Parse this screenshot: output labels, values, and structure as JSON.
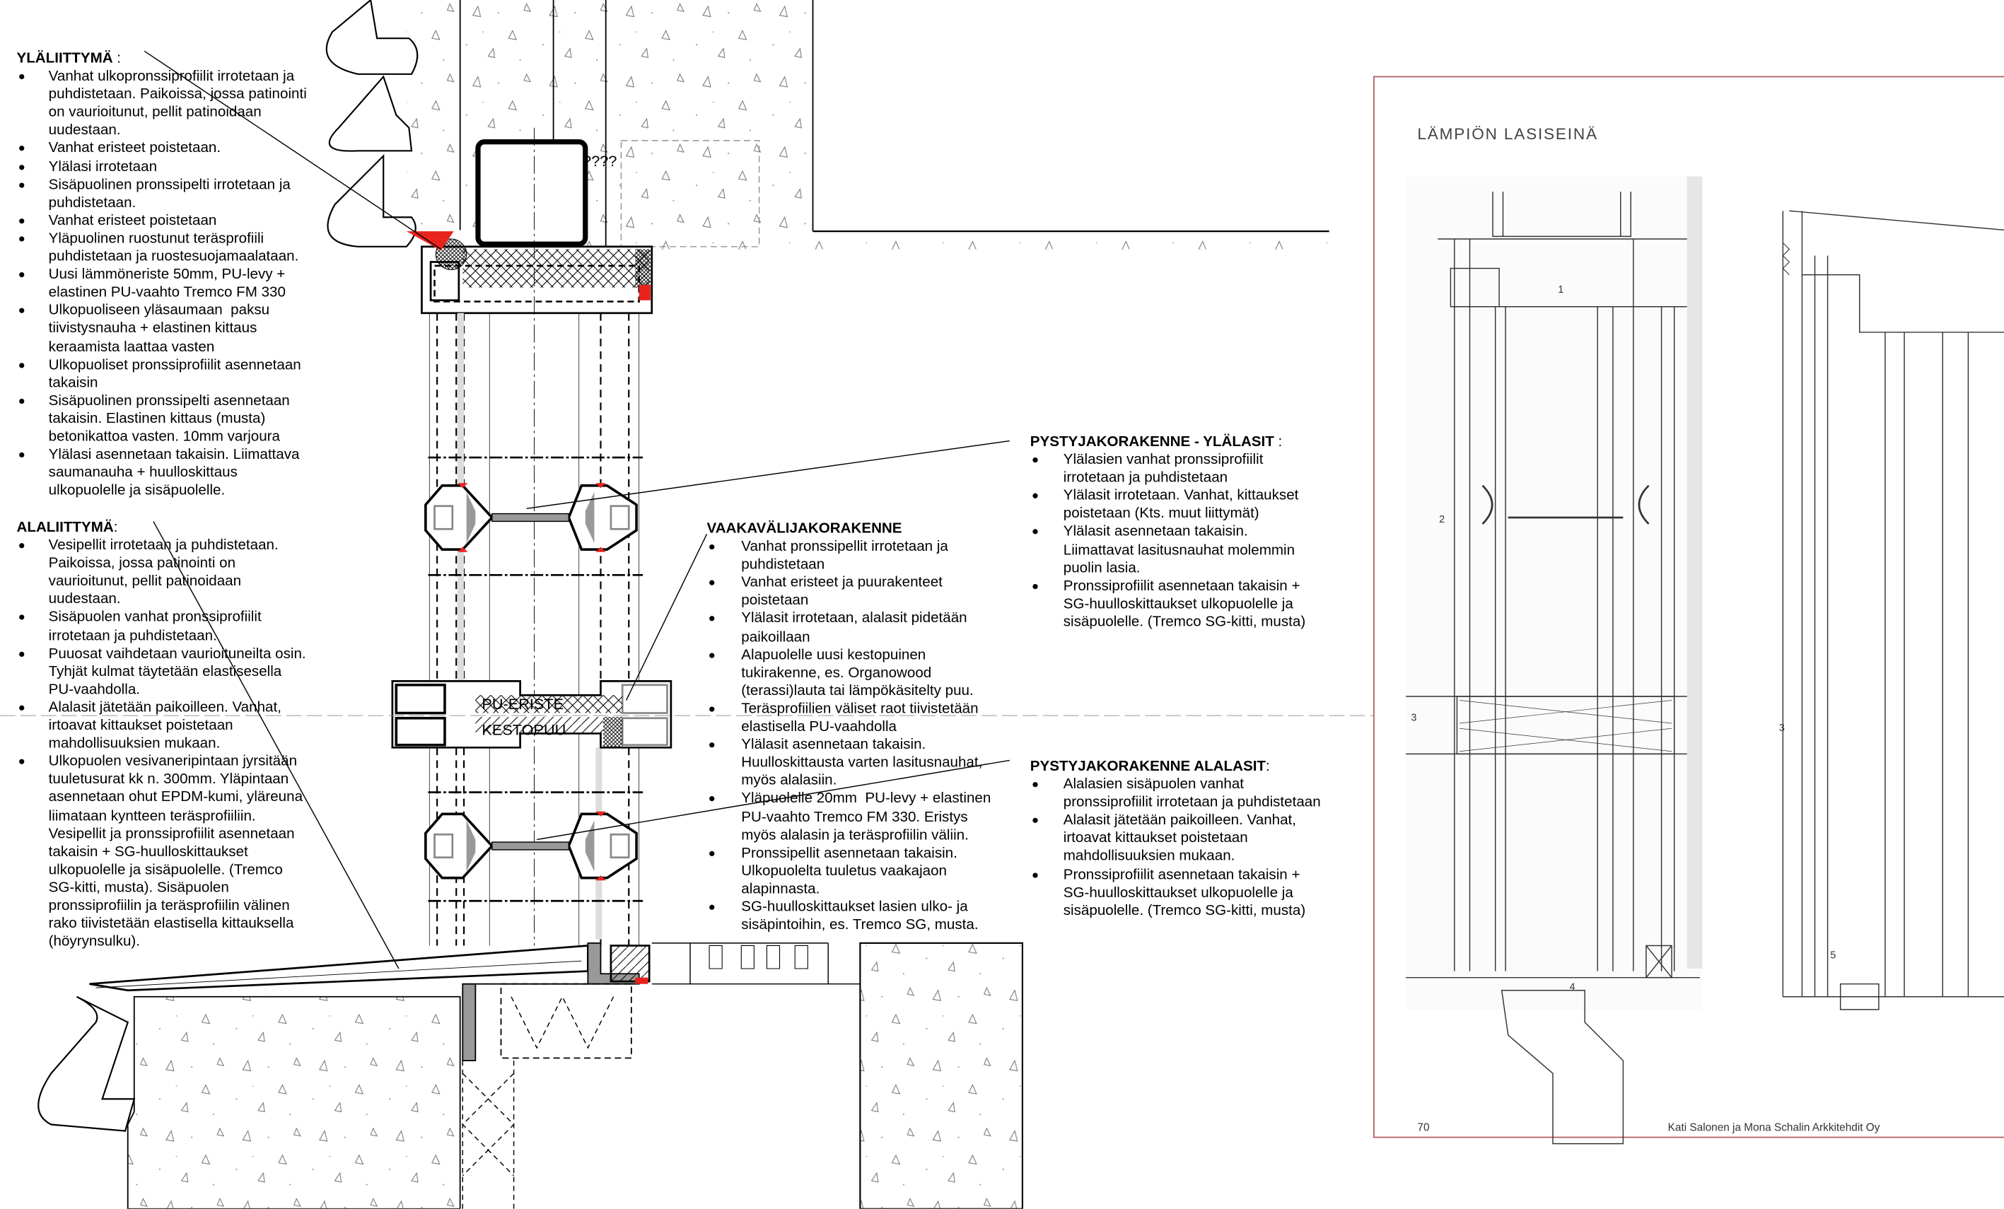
{
  "drawing": {
    "unknown_label": "????",
    "transom_insulation_label": "PU-ERISTE",
    "transom_wood_label": "KESTOPUU",
    "accent_color": "#e8231e"
  },
  "notes": {
    "ylaliittyma": {
      "title": "YLÄLIITTYMÄ",
      "colon": " :",
      "items": [
        "Vanhat ulkopronssiprofiilit irrotetaan ja\npuhdistetaan. Paikoissa, jossa patinointi\non vaurioitunut, pellit patinoidaan\nuudestaan.",
        "Vanhat eristeet poistetaan.",
        "Ylälasi irrotetaan",
        "Sisäpuolinen pronssipelti irrotetaan ja\npuhdistetaan.",
        "Vanhat eristeet poistetaan",
        "Yläpuolinen ruostunut teräsprofiili\npuhdistetaan ja ruostesuojamaalataan.",
        "Uusi lämmöneriste 50mm, PU-levy +\nelastinen PU-vaahto Tremco FM 330",
        "Ulkopuoliseen yläsaumaan  paksu\ntiivistysnauha + elastinen kittaus\nkeraamista laattaa vasten",
        "Ulkopuoliset pronssiprofiilit asennetaan\ntakaisin",
        "Sisäpuolinen pronssipelti asennetaan\ntakaisin. Elastinen kittaus (musta)\nbetonikattoa vasten. 10mm varjoura",
        "Ylälasi asennetaan takaisin. Liimattava\nsaumanauha + huulloskittaus\nulkopuolelle ja sisäpuolelle."
      ]
    },
    "alaliittyma": {
      "title": "ALALIITTYMÄ",
      "colon": ":",
      "items": [
        "Vesipellit irrotetaan ja puhdistetaan.\nPaikoissa, jossa patinointi on\nvaurioitunut, pellit patinoidaan\nuudestaan.",
        "Sisäpuolen vanhat pronssiprofiilit\nirrotetaan ja puhdistetaan.",
        "Puuosat vaihdetaan vaurioituneilta osin.\nTyhjät kulmat täytetään elastisesella\nPU-vaahdolla.",
        "Alalasit jätetään paikoilleen. Vanhat,\nirtoavat kittaukset poistetaan\nmahdollisuuksien mukaan.",
        "Ulkopuolen vesivaneripintaan jyrsitään\ntuuletusurat kk n. 300mm. Yläpintaan\nasennetaan ohut EPDM-kumi, yläreuna\nliimataan kyntteen teräsprofiiliin.\nVesipellit ja pronssiprofiilit asennetaan\ntakaisin + SG-huulloskittaukset\nulkopuolelle ja sisäpuolelle. (Tremco\nSG-kitti, musta). Sisäpuolen\npronssiprofiilin ja teräsprofiilin välinen\nrako tiivistetään elastisella kittauksella\n(höyrynsulku)."
      ]
    },
    "vaakavalijakorakenne": {
      "title": "VAAKAVÄLIJAKORAKENNE",
      "colon": "",
      "items": [
        "Vanhat pronssipellit irrotetaan ja\npuhdistetaan",
        "Vanhat eristeet ja puurakenteet\npoistetaan",
        "Ylälasit irrotetaan, alalasit pidetään\npaikoillaan",
        "Alapuolelle uusi kestopuinen\ntukirakenne, es. Organowood\n(terassi)lauta tai lämpökäsitelty puu.",
        "Teräsprofiilien väliset raot tiivistetään\nelastisella PU-vaahdolla",
        "Ylälasit asennetaan takaisin.\nHuulloskittausta varten lasitusnauhat,\nmyös alalasiin.",
        "Yläpuolelle 20mm  PU-levy + elastinen\nPU-vaahto Tremco FM 330. Eristys\nmyös alalasin ja teräsprofiilin väliin.",
        "Pronssipellit asennetaan takaisin.\nUlkopuolelta tuuletus vaakajaon\nalapinnasta.",
        "SG-huulloskittaukset lasien ulko- ja\nsisäpintoihin, es. Tremco SG, musta."
      ]
    },
    "pystyjako_ylalasit": {
      "title": "PYSTYJAKORAKENNE - YLÄLASIT",
      "colon": " :",
      "items": [
        "Ylälasien vanhat pronssiprofiilit\nirrotetaan ja puhdistetaan",
        "Ylälasit irrotetaan. Vanhat, kittaukset\npoistetaan (Kts. muut liittymät)",
        "Ylälasit asennetaan takaisin.\nLiimattavat lasitusnauhat molemmin\npuolin lasia.",
        "Pronssiprofiilit asennetaan takaisin +\nSG-huulloskittaukset ulkopuolelle ja\nsisäpuolelle. (Tremco SG-kitti, musta)"
      ]
    },
    "pystyjako_alalasit": {
      "title": "PYSTYJAKORAKENNE  ALALASIT",
      "colon": ":",
      "items": [
        "Alalasien sisäpuolen vanhat\npronssiprofiilit irrotetaan ja puhdistetaan",
        "Alalasit jätetään paikoilleen. Vanhat,\nirtoavat kittaukset poistetaan\nmahdollisuuksien mukaan.",
        "Pronssiprofiilit asennetaan takaisin +\nSG-huulloskittaukset ulkopuolelle ja\nsisäpuolelle. (Tremco SG-kitti, musta)"
      ]
    }
  },
  "reference_page": {
    "title": "LÄMPIÖN LASISEINÄ",
    "page_number": "70",
    "footer": "Kati Salonen ja Mona Schalin Arkkitehdit Oy",
    "detail_numbers": [
      "1",
      "2",
      "3",
      "4",
      "3",
      "5"
    ],
    "frame_color": "#b06060"
  }
}
